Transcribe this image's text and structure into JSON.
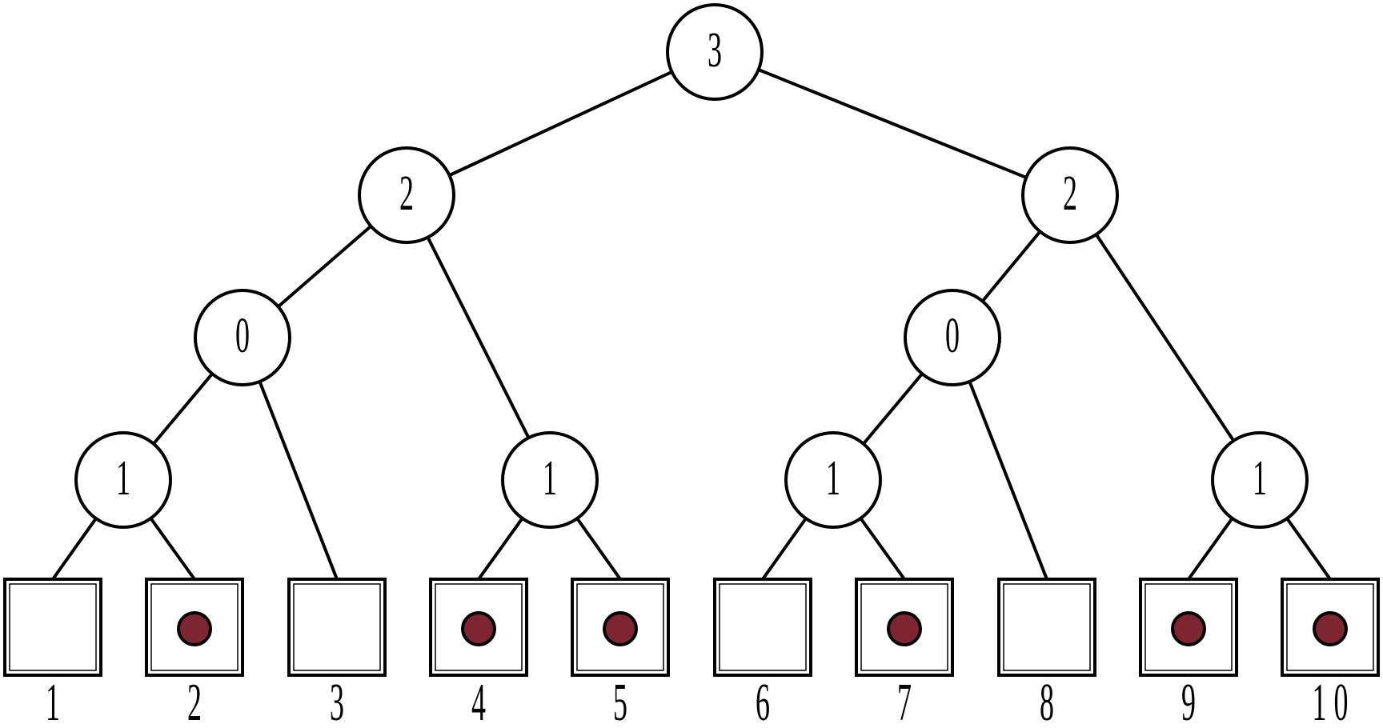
{
  "colors": {
    "line": "#000000",
    "node_fill": "#ffffff",
    "marker": "#7d2530"
  },
  "tree": {
    "nodes": [
      {
        "id": "root",
        "value": "3"
      },
      {
        "id": "l1-left",
        "value": "2"
      },
      {
        "id": "l1-right",
        "value": "2"
      },
      {
        "id": "l2-left",
        "value": "0"
      },
      {
        "id": "l2-right",
        "value": "0"
      },
      {
        "id": "l3-a",
        "value": "1"
      },
      {
        "id": "l3-b",
        "value": "1"
      },
      {
        "id": "l3-c",
        "value": "1"
      },
      {
        "id": "l3-d",
        "value": "1"
      }
    ],
    "leaves": [
      {
        "label": "1",
        "marked": false
      },
      {
        "label": "2",
        "marked": true
      },
      {
        "label": "3",
        "marked": false
      },
      {
        "label": "4",
        "marked": true
      },
      {
        "label": "5",
        "marked": true
      },
      {
        "label": "6",
        "marked": false
      },
      {
        "label": "7",
        "marked": true
      },
      {
        "label": "8",
        "marked": false
      },
      {
        "label": "9",
        "marked": true
      },
      {
        "label": "1 0",
        "marked": true
      }
    ]
  }
}
